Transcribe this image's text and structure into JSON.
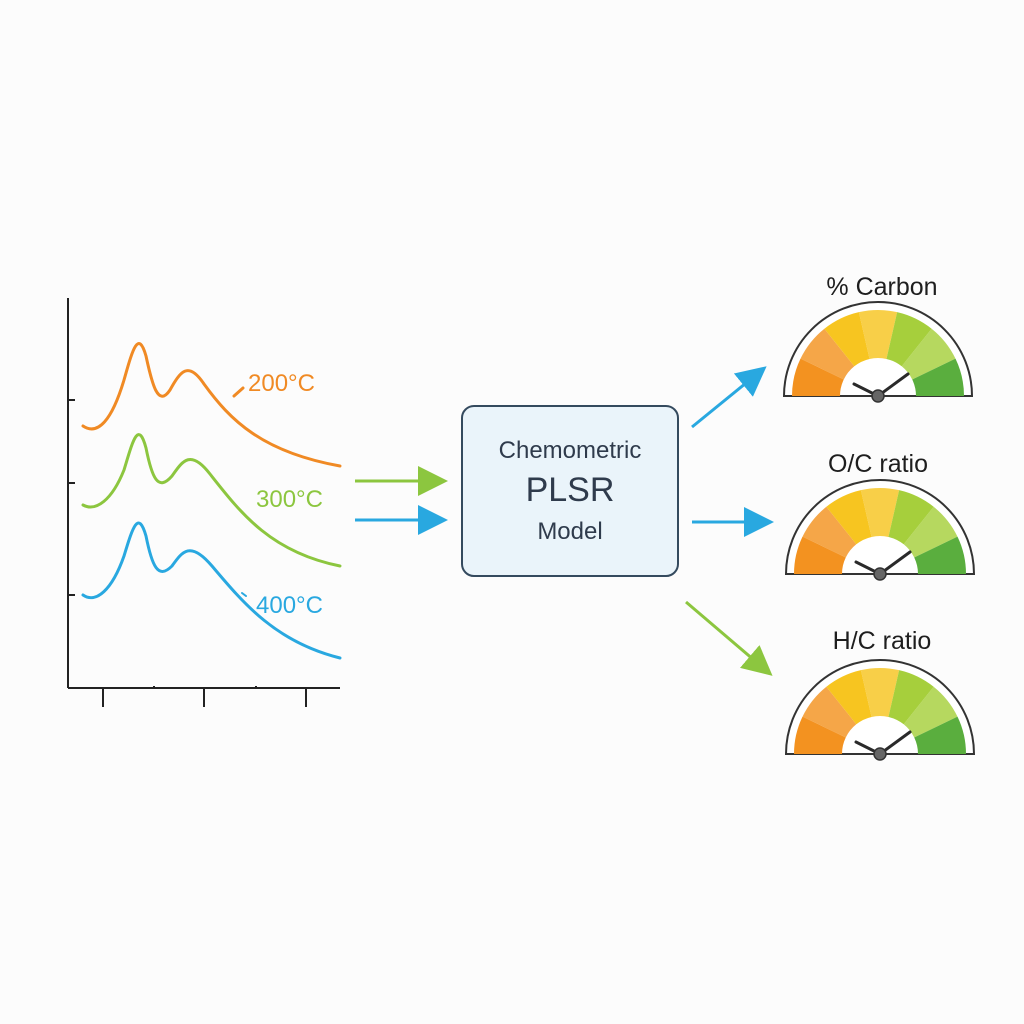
{
  "colors": {
    "orange": "#f08a24",
    "green": "#8cc63f",
    "blue": "#29a8e0",
    "axis": "#222222",
    "box_fill": "#eaf4fa",
    "box_stroke": "#344a5e",
    "gauge_orange": "#f39220",
    "gauge_yellow": "#f7c520",
    "gauge_lightgreen": "#a6cf3c",
    "gauge_green": "#5aae3e",
    "needle": "#2a2a2a",
    "hub": "#666666"
  },
  "spectra": [
    {
      "label": "200°C",
      "color": "#f08a24"
    },
    {
      "label": "300°C",
      "color": "#8cc63f"
    },
    {
      "label": "400°C",
      "color": "#29a8e0"
    }
  ],
  "model": {
    "line1": "Chemometric",
    "line2": "PLSR",
    "line3": "Model"
  },
  "gauges": [
    {
      "title": "% Carbon",
      "arrow_color": "#29a8e0",
      "icon": "gauge-icon"
    },
    {
      "title": "O/C ratio",
      "arrow_color": "#29a8e0",
      "icon": "gauge-icon"
    },
    {
      "title": "H/C ratio",
      "arrow_color": "#8cc63f",
      "icon": "gauge-icon"
    }
  ]
}
